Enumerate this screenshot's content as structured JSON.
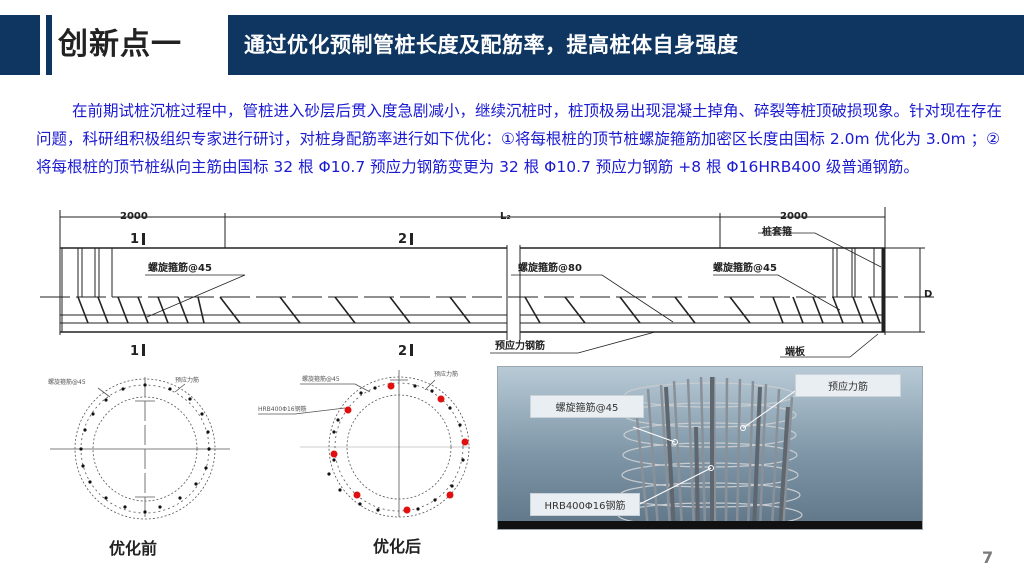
{
  "header": {
    "section_title": "创新点一",
    "banner_text": "通过优化预制管桩长度及配筋率，提高桩体自身强度"
  },
  "body": {
    "paragraph": "在前期试桩沉桩过程中，管桩进入砂层后贯入度急剧减小，继续沉桩时，桩顶极易出现混凝土掉角、碎裂等桩顶破损现象。针对现在存在问题，科研组积极组织专家进行研讨，对桩身配筋率进行如下优化：①将每根桩的顶节桩螺旋箍筋加密区长度由国标 2.0m 优化为 3.0m ；②将每根桩的顶节桩纵向主筋由国标 32 根 Φ10.7 预应力钢筋变更为 32 根 Φ10.7 预应力钢筋 +8 根 Φ16HRB400 级普通钢筋。"
  },
  "drawing": {
    "dim_left": "2000",
    "dim_mid": "L₂",
    "dim_right": "2000",
    "section_mark_1": "1",
    "section_mark_2": "2",
    "label_spiral_left": "螺旋箍筋@45",
    "label_spiral_mid": "螺旋箍筋@80",
    "label_spiral_right": "螺旋箍筋@45",
    "label_sleeve": "桩套箍",
    "label_prestress": "预应力钢筋",
    "label_endplate": "端板",
    "label_diameter": "D"
  },
  "section_before": {
    "caption": "优化前",
    "label_left": "螺旋箍筋@45",
    "label_right": "预应力筋"
  },
  "section_after": {
    "caption": "优化后",
    "label_left_top": "螺旋箍筋@45",
    "label_left_mid": "HRB400Φ16钢筋",
    "label_right": "预应力筋"
  },
  "photo": {
    "callout_spiral": "螺旋箍筋@45",
    "callout_prestress": "预应力筋",
    "callout_hrb": "HRB400Φ16钢筋"
  },
  "colors": {
    "brand_navy": "#0f3660",
    "body_text_blue": "#1a1ad0",
    "rebar_red": "#e01010"
  },
  "footer": {
    "page_number": "7"
  }
}
